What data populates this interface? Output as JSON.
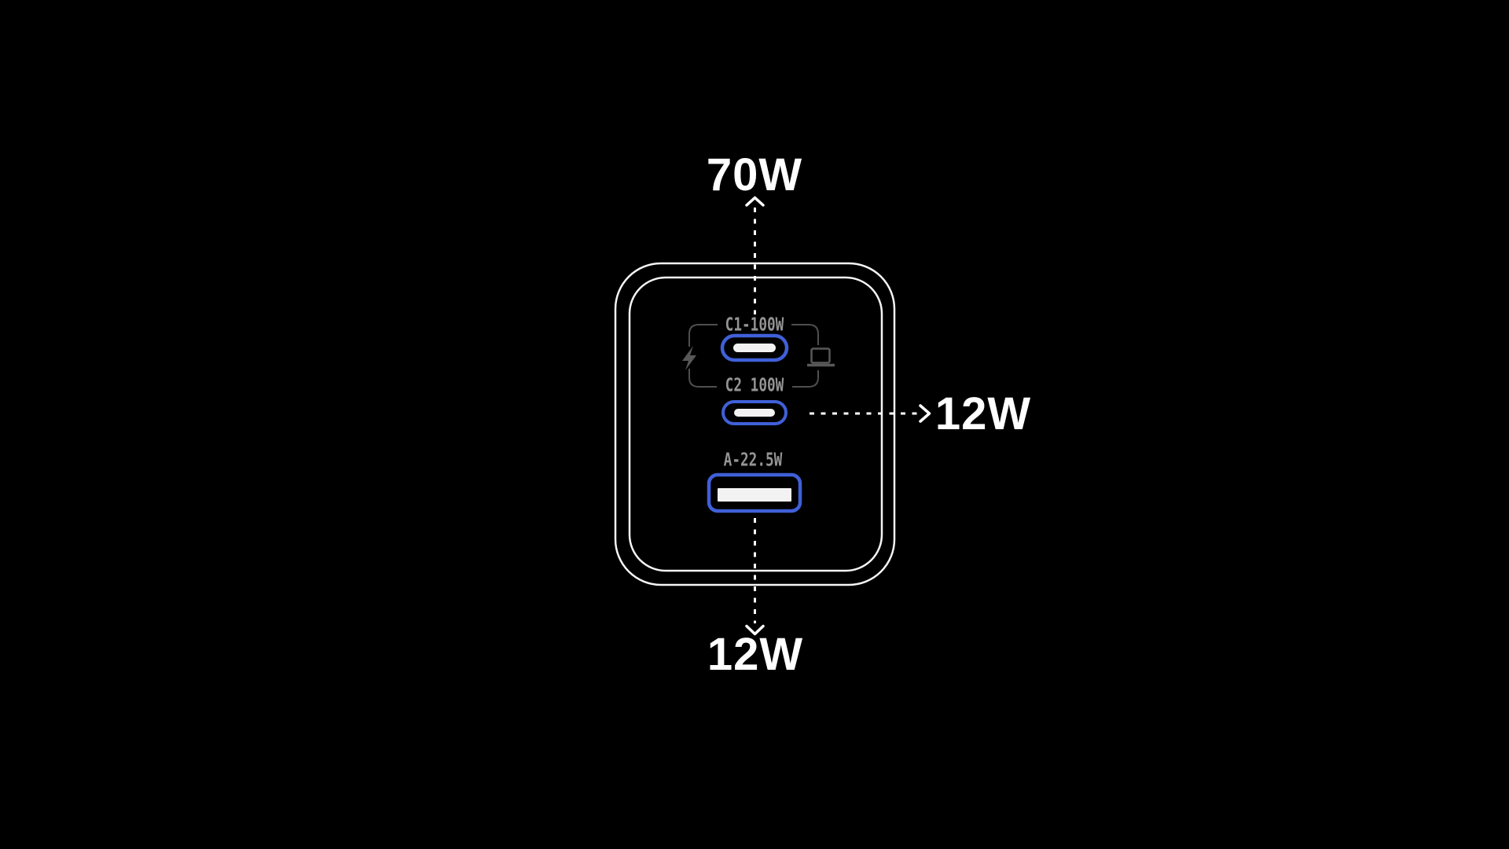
{
  "colors": {
    "background": "#000000",
    "text_white": "#ffffff",
    "outline_white": "#f5f5f7",
    "accent_blue": "#4060d8",
    "pin_white": "#f2f2f2",
    "label_gray": "#949494",
    "bracket_gray": "#4f4f4f",
    "icon_gray": "#585858"
  },
  "charger": {
    "top_output_watt": "70W",
    "right_output_watt": "12W",
    "bottom_output_watt": "12W",
    "ports": [
      {
        "id": "c1",
        "type": "usb-c",
        "label": "C1-100W"
      },
      {
        "id": "c2",
        "type": "usb-c",
        "label": "C2 100W"
      },
      {
        "id": "a",
        "type": "usb-a",
        "label": "A-22.5W"
      }
    ],
    "icons": [
      {
        "name": "lightning-icon",
        "meaning": "fast charge"
      },
      {
        "name": "laptop-icon",
        "meaning": "laptop device"
      }
    ]
  }
}
